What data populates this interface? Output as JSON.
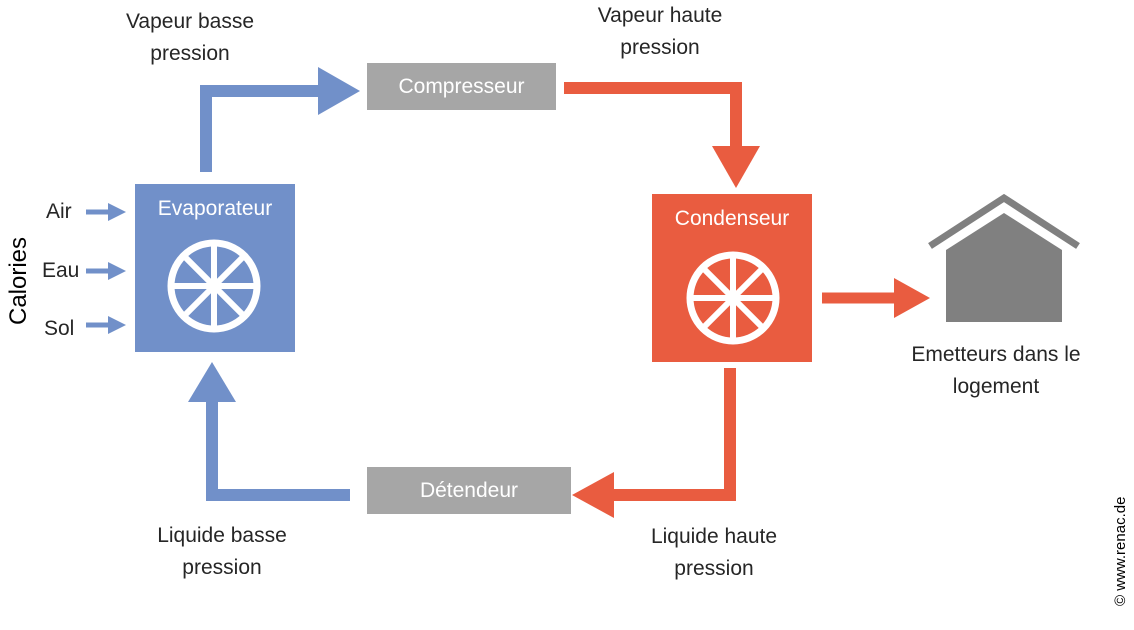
{
  "colors": {
    "cold": "#7190c9",
    "hot": "#e95c40",
    "grey_box": "#a6a6a6",
    "house": "#808080"
  },
  "side_label": "Calories",
  "sources": [
    "Air",
    "Eau",
    "Sol"
  ],
  "components": {
    "evaporator": "Evaporateur",
    "condenser": "Condenseur",
    "compressor": "Compresseur",
    "expansion_valve": "Détendeur"
  },
  "states": {
    "low_vapor": [
      "Vapeur basse",
      "pression"
    ],
    "high_vapor": [
      "Vapeur haute",
      "pression"
    ],
    "low_liquid": [
      "Liquide basse",
      "pression"
    ],
    "high_liquid": [
      "Liquide haute",
      "pression"
    ]
  },
  "emitters": [
    "Emetteurs dans le",
    "logement"
  ],
  "icons": {
    "fan": "fan-icon",
    "house": "house-icon"
  },
  "copyright": "© www.renac.de"
}
